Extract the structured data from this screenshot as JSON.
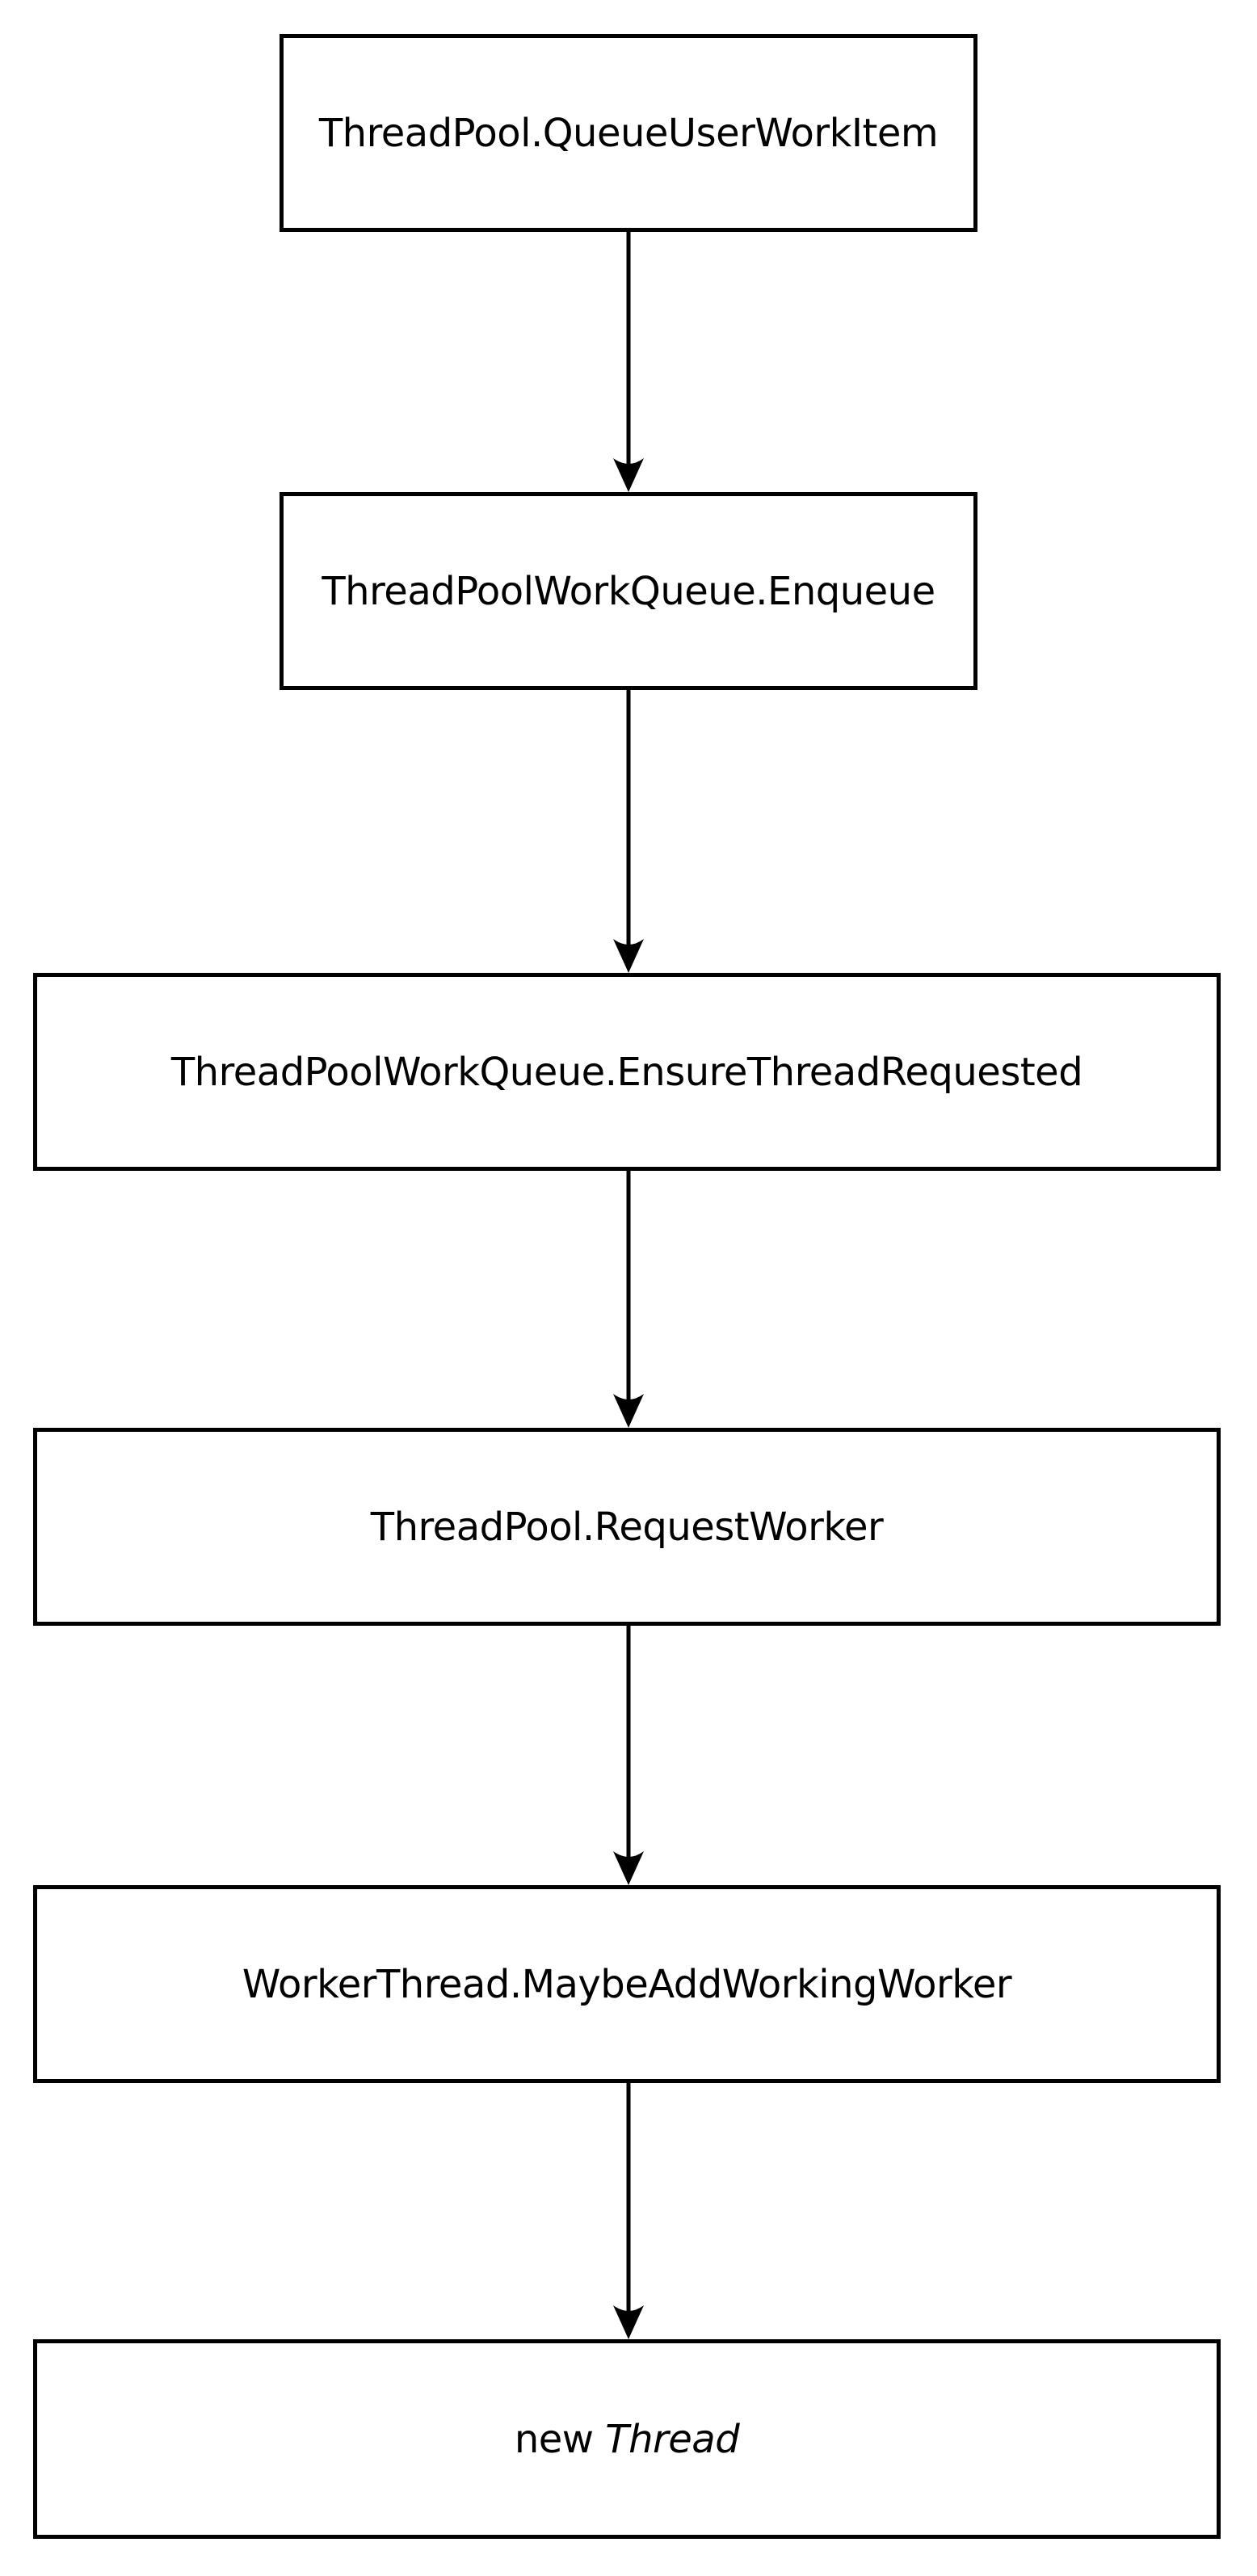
{
  "diagram": {
    "type": "flowchart",
    "direction": "top-down",
    "colors": {
      "background": "#ffffff",
      "stroke": "#000000",
      "text": "#000000"
    },
    "nodes": [
      {
        "id": "queue-user-work-item",
        "shape": "rectangle",
        "label": "ThreadPool.QueueUserWorkItem"
      },
      {
        "id": "enqueue",
        "shape": "rectangle",
        "label": "ThreadPoolWorkQueue.Enqueue"
      },
      {
        "id": "ensure-thread-requested",
        "shape": "rectangle",
        "label": "ThreadPoolWorkQueue.EnsureThreadRequested"
      },
      {
        "id": "request-worker",
        "shape": "rectangle",
        "label": "ThreadPool.RequestWorker"
      },
      {
        "id": "maybe-add-working-worker",
        "shape": "rectangle",
        "label": "WorkerThread.MaybeAddWorkingWorker"
      },
      {
        "id": "new-thread",
        "shape": "rectangle",
        "label_prefix": "new ",
        "label_emphasis": "Thread",
        "emphasis_style": "italic"
      }
    ],
    "edges": [
      {
        "from": "queue-user-work-item",
        "to": "enqueue"
      },
      {
        "from": "enqueue",
        "to": "ensure-thread-requested"
      },
      {
        "from": "ensure-thread-requested",
        "to": "request-worker"
      },
      {
        "from": "request-worker",
        "to": "maybe-add-working-worker"
      },
      {
        "from": "maybe-add-working-worker",
        "to": "new-thread"
      }
    ]
  }
}
